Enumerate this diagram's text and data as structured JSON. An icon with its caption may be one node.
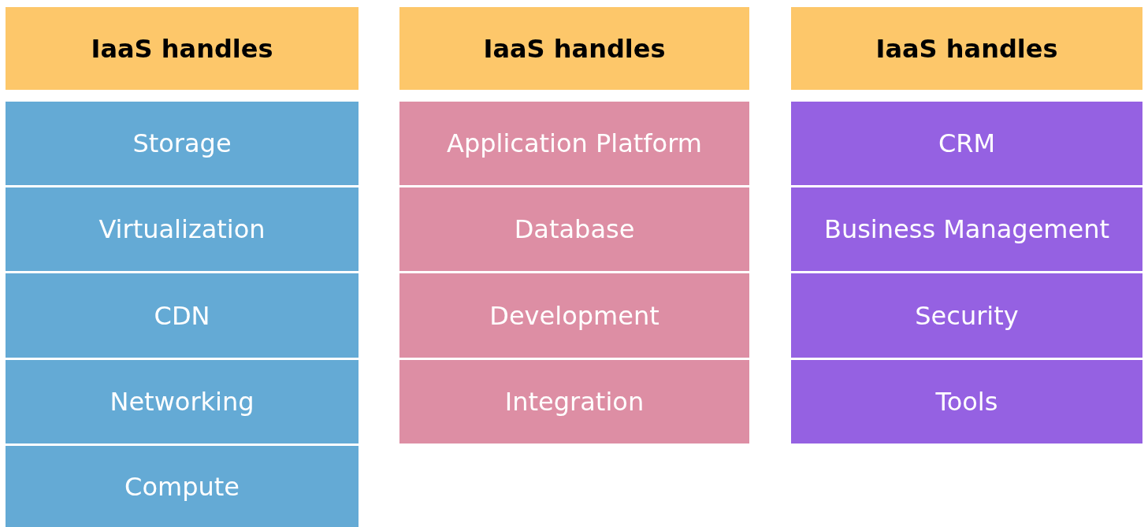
{
  "diagram": {
    "nodes": [
      {
        "text": [
          "IaaS handles"
        ]
      },
      {
        "text": [
          "Storage"
        ]
      },
      {
        "text": [
          "Virtualization"
        ]
      },
      {
        "text": [
          "CDN"
        ]
      },
      {
        "text": [
          "Networking"
        ]
      },
      {
        "text": [
          "Compute"
        ]
      },
      {
        "text": [
          "IaaS handles"
        ]
      },
      {
        "text": [
          "Application Platform"
        ]
      },
      {
        "text": [
          "Database"
        ]
      },
      {
        "text": [
          "Development"
        ]
      },
      {
        "text": [
          "Integration"
        ]
      },
      {
        "text": [
          "IaaS handles"
        ]
      },
      {
        "text": [
          "CRM"
        ]
      },
      {
        "text": [
          "Business Management"
        ]
      },
      {
        "text": [
          "Security"
        ]
      },
      {
        "text": [
          "Tools"
        ]
      }
    ]
  }
}
